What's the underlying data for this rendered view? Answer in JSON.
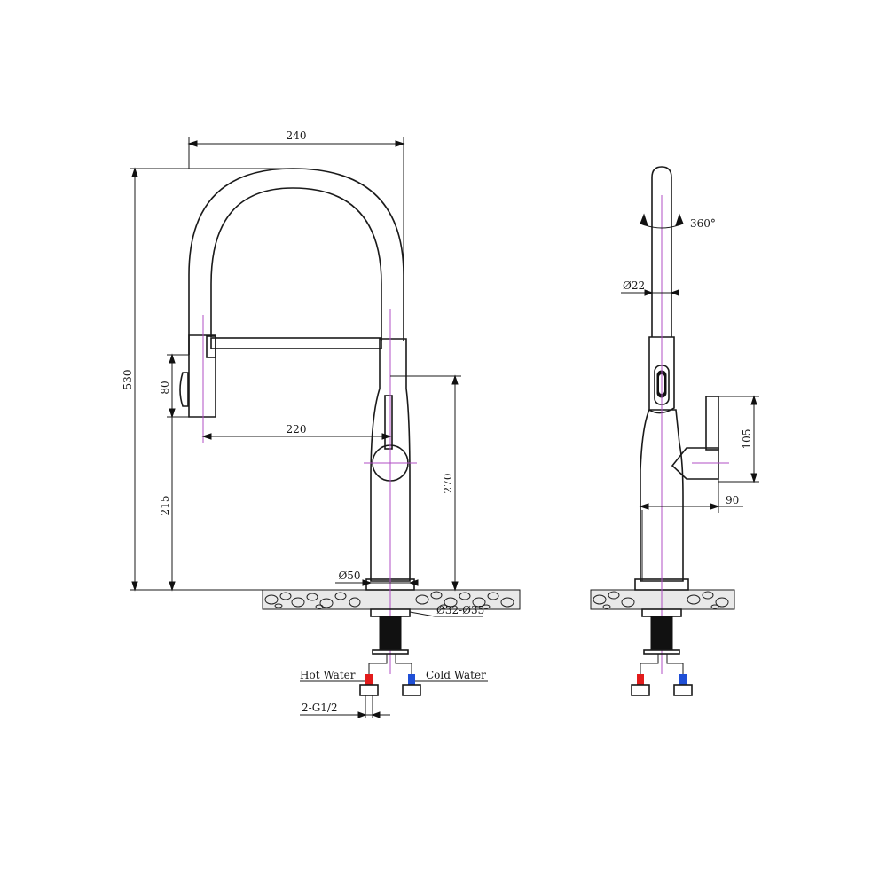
{
  "front_view": {
    "dims": {
      "width_total": "240",
      "height_total": "530",
      "handle_span": "80",
      "spout_reach": "220",
      "body_height": "270",
      "base_height": "215",
      "base_diameter": "Ø50",
      "hole_diameter": "Ø32-Ø35"
    },
    "hot_water_label": "Hot Water",
    "cold_water_label": "Cold Water",
    "thread_label": "2-G1/2"
  },
  "side_view": {
    "rotation_label": "360°",
    "tube_diameter": "Ø22",
    "handle_height": "105",
    "handle_depth": "90"
  },
  "colors": {
    "hot": "#e21b1b",
    "cold": "#1f4fd6",
    "centerline": "#b04fc4"
  }
}
